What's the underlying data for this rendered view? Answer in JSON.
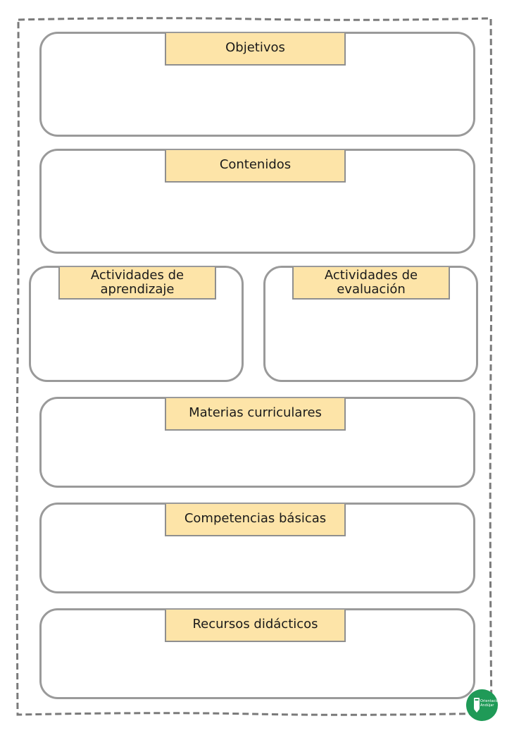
{
  "sections": [
    {
      "title": "Objetivos"
    },
    {
      "title": "Contenidos"
    },
    {
      "title_line1": "Actividades de",
      "title_line2": "aprendizaje"
    },
    {
      "title_line1": "Actividades de",
      "title_line2": "evaluación"
    },
    {
      "title": "Materias curriculares"
    },
    {
      "title": "Competencias básicas"
    },
    {
      "title": "Recursos didácticos"
    }
  ],
  "colors": {
    "label_fill": "#fde4a8",
    "box_border": "#9a9a9a",
    "dashed_frame": "#7a7a7a",
    "logo": "#1f9a57"
  },
  "logo": {
    "icon": "pencil-logo-icon",
    "text_line1": "Orientación",
    "text_line2": "Andújar"
  }
}
